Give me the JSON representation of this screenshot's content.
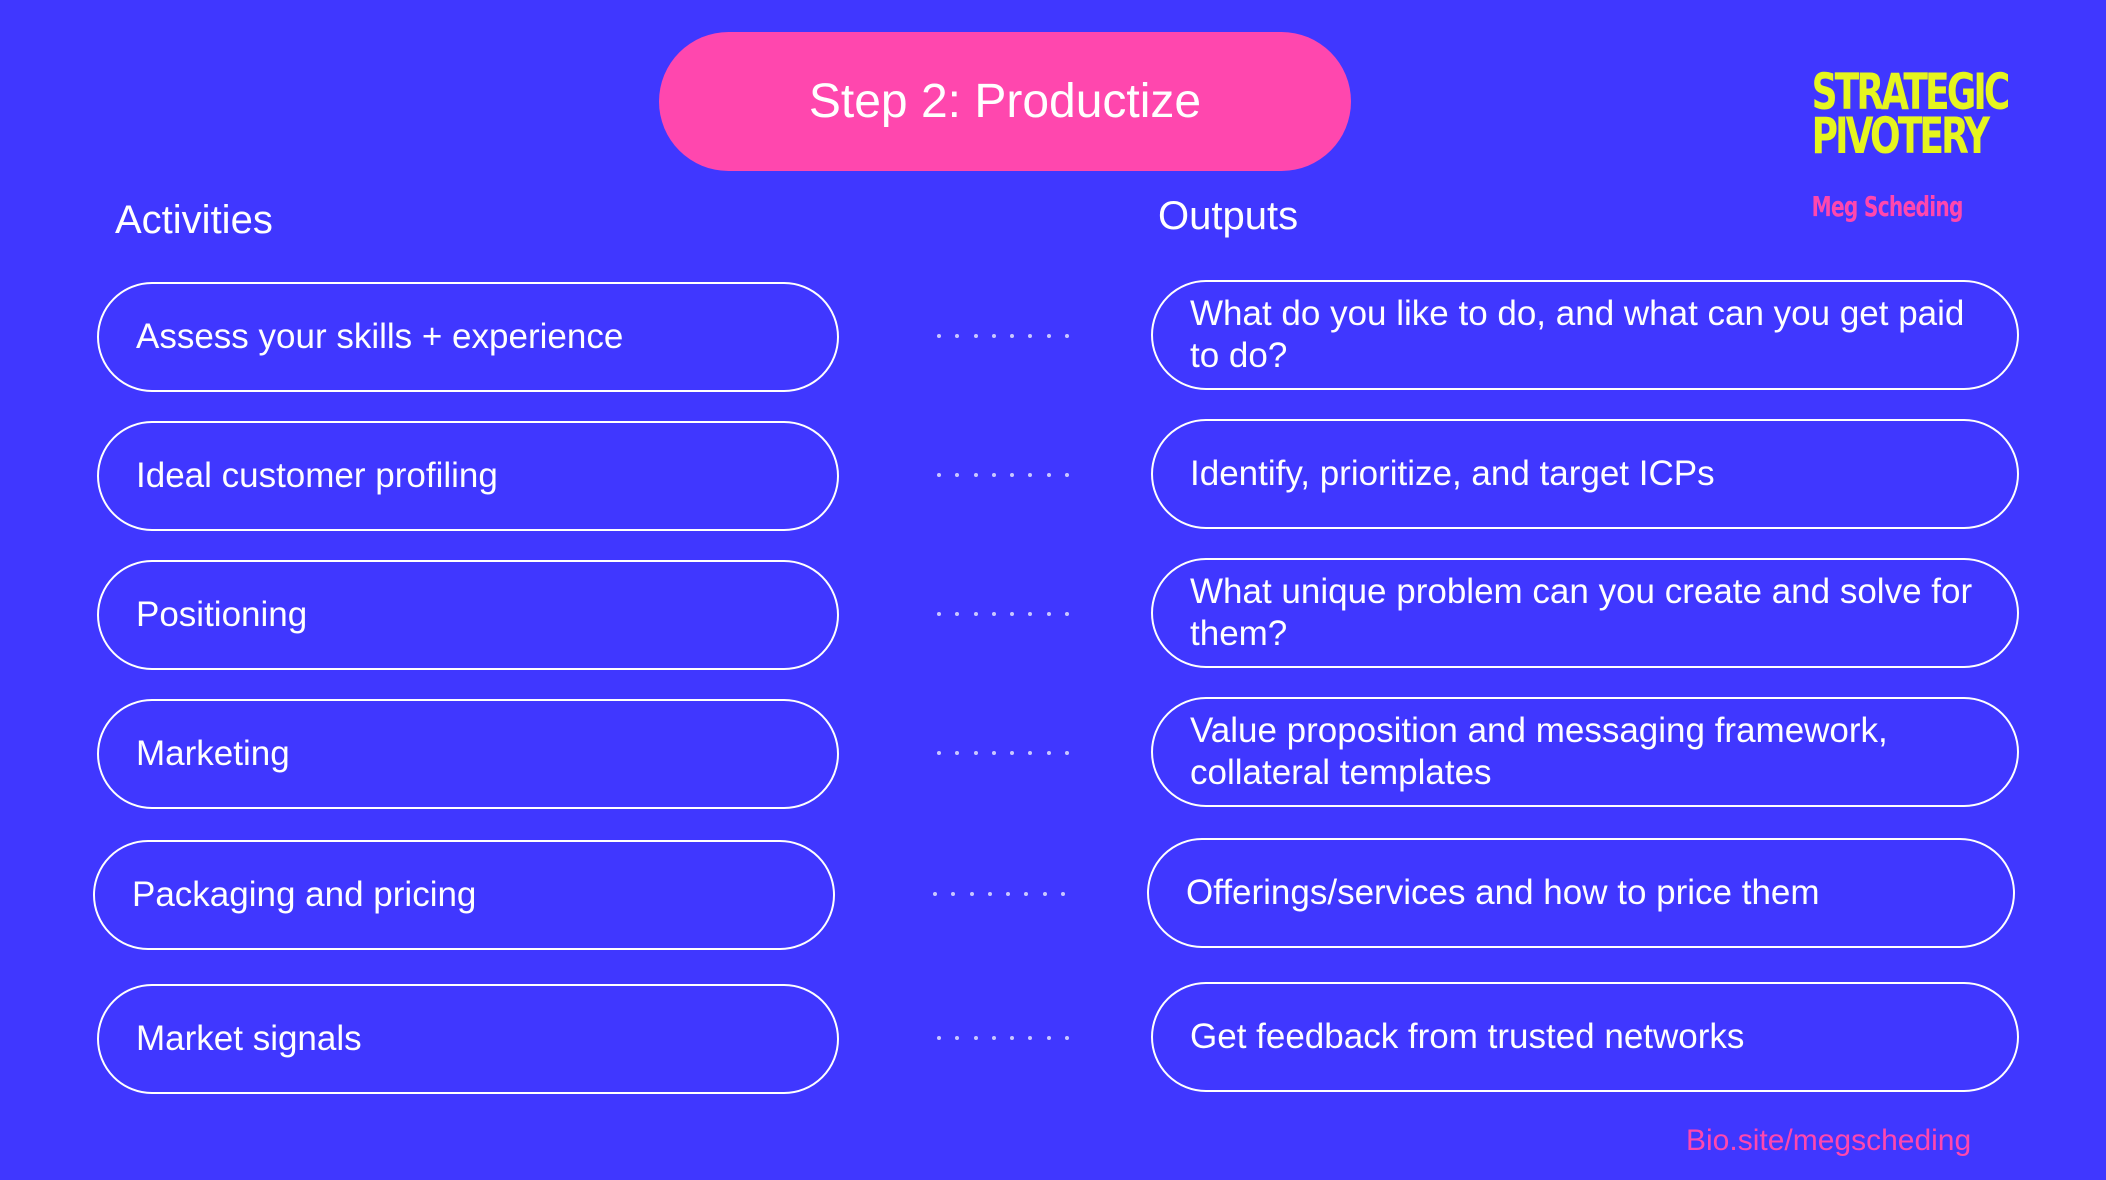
{
  "title": "Step 2: Productize",
  "logo": {
    "line1": "STRATEGIC",
    "line2": "PIVOTERY",
    "name": "Meg Scheding"
  },
  "headings": {
    "activities": "Activities",
    "outputs": "Outputs"
  },
  "rows": [
    {
      "activity": "Assess your skills + experience",
      "output": "What do you like to do, and what can you get paid to do?"
    },
    {
      "activity": "Ideal customer profiling",
      "output": "Identify, prioritize, and target ICPs"
    },
    {
      "activity": "Positioning",
      "output": "What unique problem can you create and solve for them?"
    },
    {
      "activity": "Marketing",
      "output": "Value proposition and messaging framework, collateral templates"
    },
    {
      "activity": "Packaging and pricing",
      "output": "Offerings/services and how to price them"
    },
    {
      "activity": "Market signals",
      "output": "Get feedback from trusted networks"
    }
  ],
  "footer": {
    "link": "Bio.site/megscheding"
  },
  "colors": {
    "background": "#4037FF",
    "title_pill": "#FF47AE",
    "logo_yellow": "#E6F51E",
    "accent_pink": "#FF47AE"
  }
}
